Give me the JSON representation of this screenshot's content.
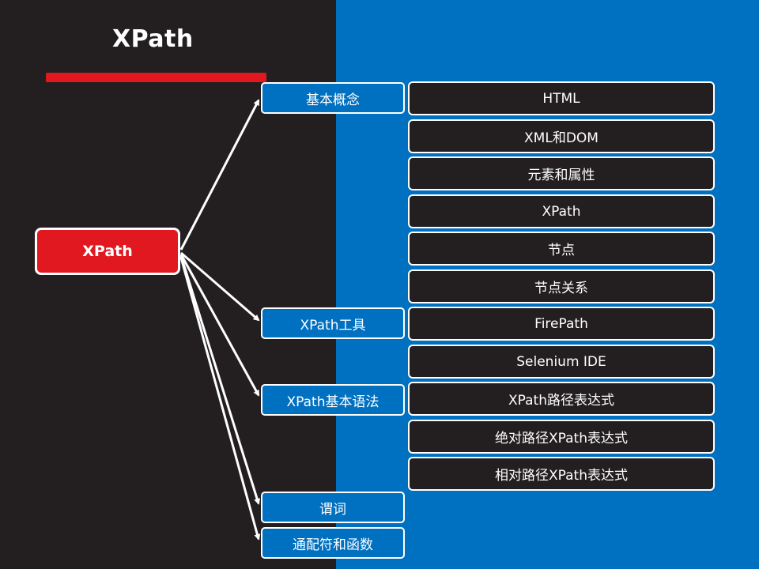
{
  "slide": {
    "title": "XPath"
  },
  "mindmap": {
    "root": "XPath",
    "categories": [
      {
        "label": "基本概念"
      },
      {
        "label": "XPath工具"
      },
      {
        "label": "XPath基本语法"
      },
      {
        "label": "谓词"
      },
      {
        "label": "通配符和函数"
      }
    ],
    "items": [
      {
        "label": "HTML"
      },
      {
        "label": "XML和DOM"
      },
      {
        "label": "元素和属性"
      },
      {
        "label": "XPath"
      },
      {
        "label": "节点"
      },
      {
        "label": "节点关系"
      },
      {
        "label": "FirePath"
      },
      {
        "label": "Selenium IDE"
      },
      {
        "label": "XPath路径表达式"
      },
      {
        "label": "绝对路径XPath表达式"
      },
      {
        "label": "相对路径XPath表达式"
      }
    ]
  },
  "colors": {
    "dark_background": "#231f20",
    "blue_background": "#0070c0",
    "accent_red": "#e1181f",
    "outline_white": "#ffffff"
  }
}
